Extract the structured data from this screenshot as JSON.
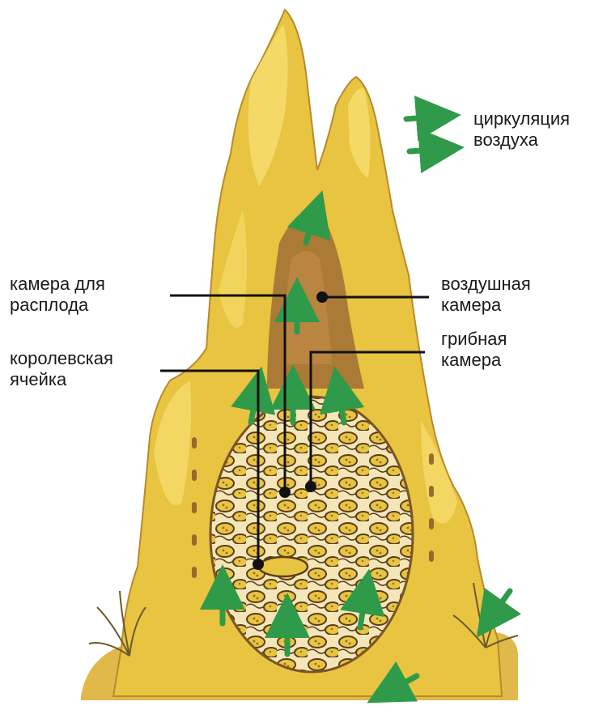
{
  "legend": {
    "line1": "циркуляция",
    "line2": "воздуха"
  },
  "labels": {
    "brood_chamber": {
      "line1": "камера для",
      "line2": "расплода"
    },
    "royal_cell": {
      "line1": "королевская",
      "line2": "ячейка"
    },
    "air_chamber": {
      "line1": "воздушная",
      "line2": "камера"
    },
    "fungus_chamber": {
      "line1": "грибная",
      "line2": "камера"
    }
  },
  "colors": {
    "mound": "#e8c441",
    "mound_light": "#f6dc6a",
    "mound_shade": "#b98a2a",
    "chamber_dark": "#9c6a35",
    "arrow": "#2f9a4a",
    "leader": "#111111"
  },
  "icons": [
    "air-circulation-arrow-icon"
  ]
}
